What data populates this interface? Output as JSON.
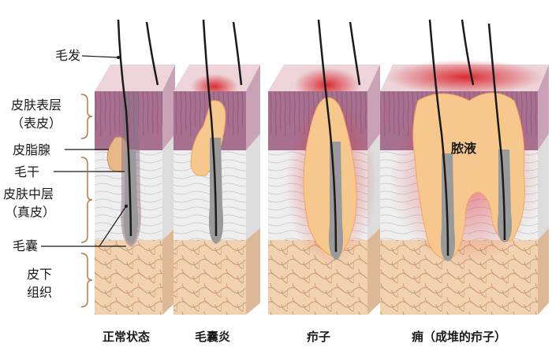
{
  "labels": {
    "hair": "毛发",
    "epidermis_1": "皮肤表层",
    "epidermis_2": "（表皮）",
    "sebaceous_gland": "皮脂腺",
    "hair_shaft": "毛干",
    "dermis_1": "皮肤中层",
    "dermis_2": "（真皮）",
    "follicle": "毛囊",
    "subcutis_1": "皮下",
    "subcutis_2": "组织",
    "pus": "脓液"
  },
  "captions": {
    "normal": "正常状态",
    "folliculitis": "毛囊炎",
    "furuncle": "疖子",
    "carbuncle": "痈（成堆的疖子）"
  },
  "colors": {
    "epidermis_top": "#e9c9cf",
    "epidermis": "#a8708f",
    "dermis": "#ececec",
    "fat": "#f1d2b0",
    "fat_line": "#c99a72",
    "follicle": "#9a9a9a",
    "hair": "#1a1a1a",
    "pus": "#f6c88e",
    "inflammation": "#d8232a"
  }
}
